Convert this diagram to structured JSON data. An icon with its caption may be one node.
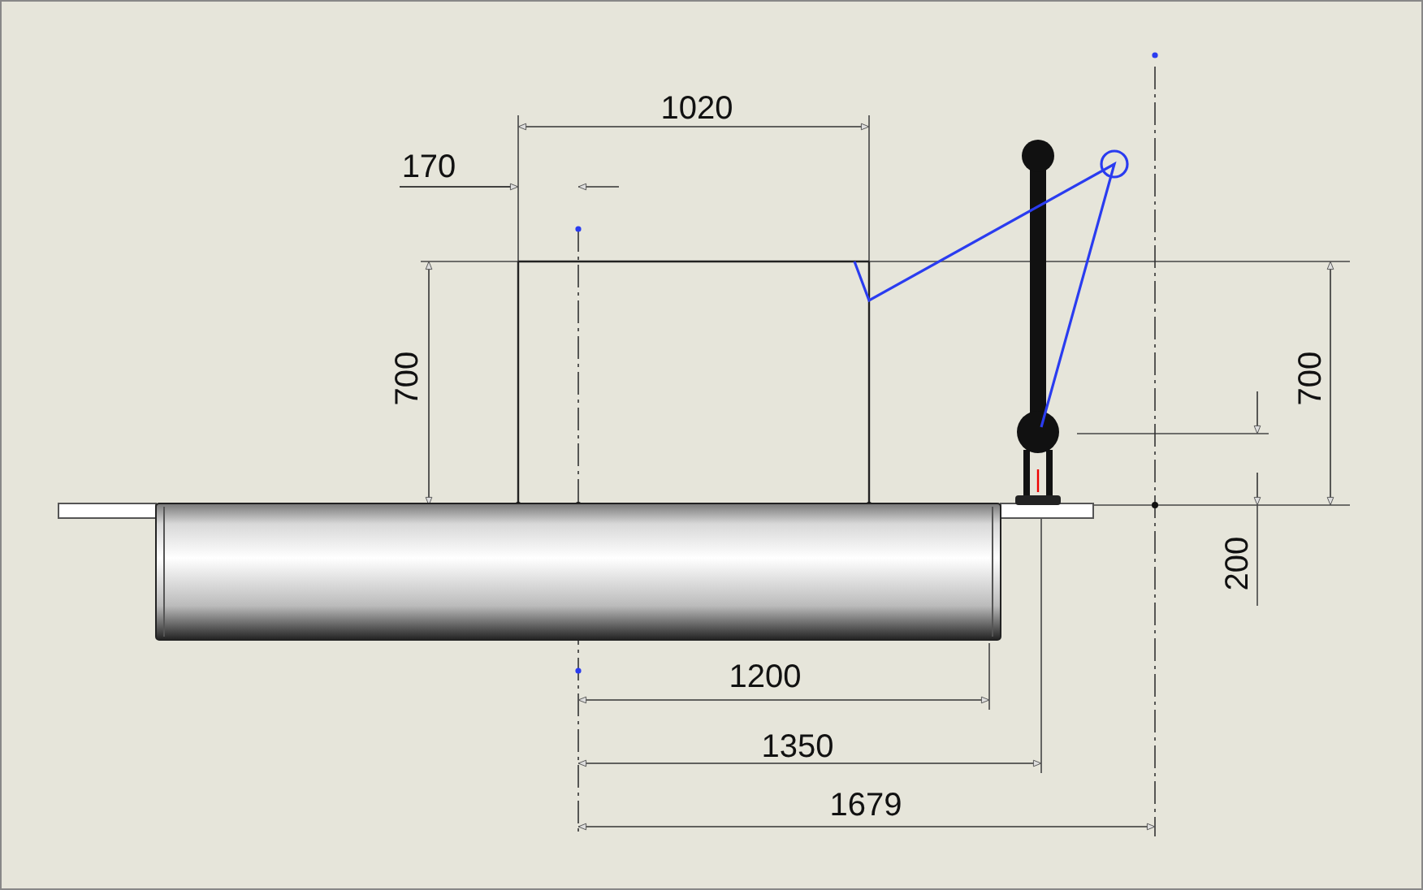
{
  "diagram": {
    "labels": [
      "1020",
      "170",
      "700",
      "700",
      "200",
      "1200",
      "1350",
      "1679"
    ]
  }
}
